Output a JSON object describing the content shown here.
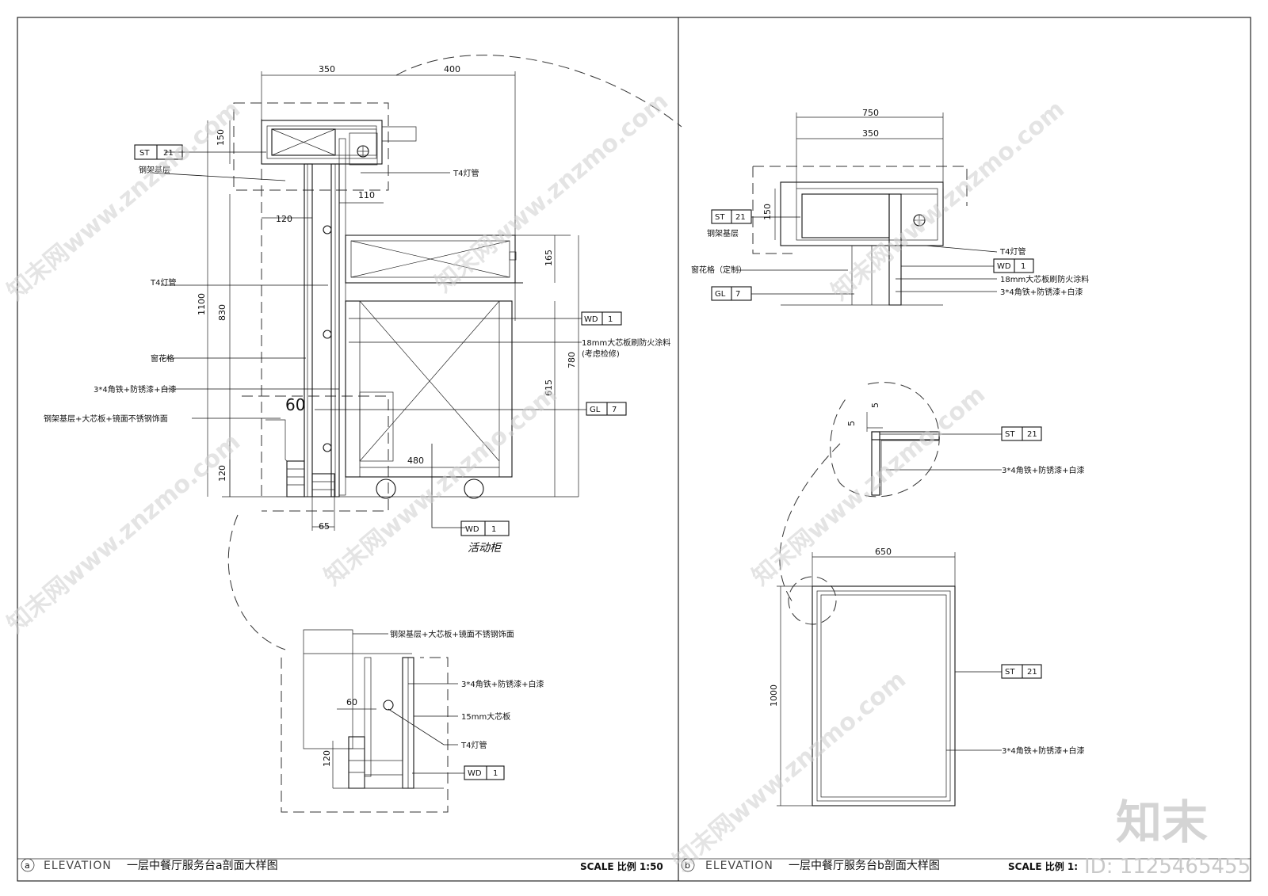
{
  "panel_a": {
    "dims": {
      "d350": "350",
      "d400": "400",
      "d150": "150",
      "d1100": "1100",
      "d830": "830",
      "d120": "120",
      "d110": "110",
      "d165": "165",
      "d780": "780",
      "d615": "615",
      "d480": "480",
      "d60": "60",
      "d120b": "120",
      "d65": "65"
    },
    "notes": {
      "steel_base": "钢架基层",
      "t4_top": "T4灯管",
      "t4_left": "T4灯管",
      "window_grille": "窗花格",
      "angle_iron": "3*4角铁+防锈漆+白漆",
      "steel_mirror": "钢架基层+大芯板+镜面不锈钢饰面",
      "board18": "18mm大芯板刷防火涂料",
      "board18_sub": "(考虑检修)",
      "mobile_cabinet": "活动柜"
    },
    "tags": {
      "st21": {
        "code": "ST",
        "num": "21"
      },
      "wd1_a": {
        "code": "WD",
        "num": "1"
      },
      "gl7": {
        "code": "GL",
        "num": "7"
      },
      "wd1_b": {
        "code": "WD",
        "num": "1"
      }
    },
    "detail": {
      "steel_mirror": "钢架基层+大芯板+镜面不锈钢饰面",
      "angle_iron": "3*4角铁+防锈漆+白漆",
      "board15": "15mm大芯板",
      "t4": "T4灯管",
      "d60": "60",
      "d120": "120",
      "wd1": {
        "code": "WD",
        "num": "1"
      }
    },
    "title": {
      "symbol": "a",
      "elevation": "ELEVATION",
      "name": "一层中餐厅服务台a剖面大样图",
      "scale": "SCALE 比例 1:50"
    }
  },
  "panel_b": {
    "dims": {
      "d750": "750",
      "d350": "350",
      "d150": "150",
      "d5a": "5",
      "d5b": "5",
      "d650": "650",
      "d1000": "1000"
    },
    "notes": {
      "steel_base": "钢架基层",
      "t4": "T4灯管",
      "window_grille": "窗花格（定制）",
      "board18": "18mm大芯板刷防火涂料",
      "angle_iron": "3*4角铁+防锈漆+白漆",
      "angle_iron_detail": "3*4角铁+防锈漆+白漆",
      "angle_iron_plan": "3*4角铁+防锈漆+白漆"
    },
    "tags": {
      "st21": {
        "code": "ST",
        "num": "21"
      },
      "wd1": {
        "code": "WD",
        "num": "1"
      },
      "gl7": {
        "code": "GL",
        "num": "7"
      },
      "st21_detail": {
        "code": "ST",
        "num": "21"
      },
      "st21_plan": {
        "code": "ST",
        "num": "21"
      }
    },
    "title": {
      "symbol": "b",
      "elevation": "ELEVATION",
      "name": "一层中餐厅服务台b剖面大样图",
      "scale": "SCALE 比例 1:"
    }
  },
  "watermark": {
    "site": "知末网www.znzmo.com",
    "brand": "知末",
    "id": "ID: 1125465455"
  }
}
